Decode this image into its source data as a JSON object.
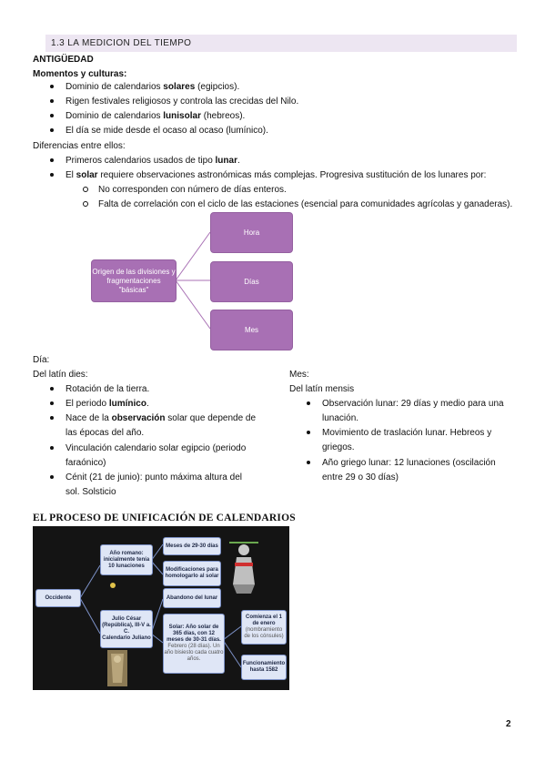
{
  "section": {
    "title": "1.3 LA MEDICION DEL TIEMPO"
  },
  "antiguedad": {
    "heading": "ANTIGÜEDAD",
    "momentos_label": "Momentos y culturas:",
    "momentos": [
      {
        "pre": "Dominio de calendarios ",
        "bold": "solares",
        "post": " (egipcios)."
      },
      {
        "pre": "Rigen festivales religiosos y controla las crecidas del Nilo.",
        "bold": "",
        "post": ""
      },
      {
        "pre": "Dominio de calendarios ",
        "bold": "lunisolar",
        "post": " (hebreos)."
      },
      {
        "pre": "El día se mide desde el ocaso al ocaso (lumínico).",
        "bold": "",
        "post": ""
      }
    ],
    "diferencias_label": "Diferencias entre ellos:",
    "diferencias": [
      {
        "pre": "Primeros calendarios usados de tipo ",
        "bold": "lunar",
        "post": "."
      },
      {
        "pre": "El ",
        "bold": "solar",
        "post": " requiere observaciones astronómicas más complejas. Progresiva sustitución de los lunares por:"
      }
    ],
    "subpoints": [
      "No corresponden con número de días enteros.",
      "Falta de correlación con el ciclo de las estaciones (esencial para comunidades agrícolas y ganaderas)."
    ]
  },
  "diagram": {
    "root": "Origen de las divisiones y fragmentaciones \"básicas\"",
    "branches": [
      "Hora",
      "Días",
      "Mes"
    ],
    "colors": {
      "box": "#a870b4",
      "line": "#a870b4"
    }
  },
  "dia": {
    "title": "Día:",
    "origin": "Del latín dies:",
    "items": [
      {
        "pre": "Rotación de la tierra.",
        "bold": "",
        "post": ""
      },
      {
        "pre": "El periodo ",
        "bold": "lumínico",
        "post": "."
      },
      {
        "pre": "Nace de la ",
        "bold": "observación",
        "post": " solar que depende de"
      },
      {
        "pre": "Vinculación calendario solar egipcio (periodo",
        "bold": "",
        "post": ""
      },
      {
        "pre": "Cénit (21 de junio): punto máxima altura del",
        "bold": "",
        "post": ""
      }
    ],
    "continuations": [
      "las épocas del año.",
      "faraónico)",
      "sol. Solsticio"
    ]
  },
  "mes": {
    "title": "Mes:",
    "origin": "Del latín mensis",
    "items": [
      "Observación lunar: 29 días y medio para una",
      "Movimiento de traslación lunar. Hebreos y",
      "Año griego lunar: 12 lunaciones (oscilación"
    ],
    "continuations": [
      "lunación.",
      "griegos.",
      "entre 29 o 30 días)"
    ]
  },
  "unificacion": {
    "heading": "EL PROCESO DE UNIFICACIÓN DE CALENDARIOS",
    "nodes": {
      "occidente": "Occidente",
      "romano": "Año romano: inicialmente tenía 10 lunaciones",
      "meses": "Meses de 29-30 días",
      "modif": "Modificaciones para homologarlo al solar",
      "julio": "Julio César (República), III-V a. C.",
      "juliano": "Calendario Juliano",
      "abandono": "Abandono del lunar",
      "solar": "Solar: Año solar de 365 días, con 12 meses de 30-31 días.",
      "febrero": "Febrero (28 días). Un año bisiesto cada cuatro años.",
      "enero": "Comienza el 1 de enero",
      "enero_sub": "(nombramiento de los cónsules)",
      "funciona": "Funcionamiento hasta 1582"
    },
    "colors": {
      "bg": "#141414",
      "node": "#dfe6f6",
      "line": "#7d92c8",
      "accent": "#d03030"
    }
  },
  "page": {
    "number": "2"
  }
}
